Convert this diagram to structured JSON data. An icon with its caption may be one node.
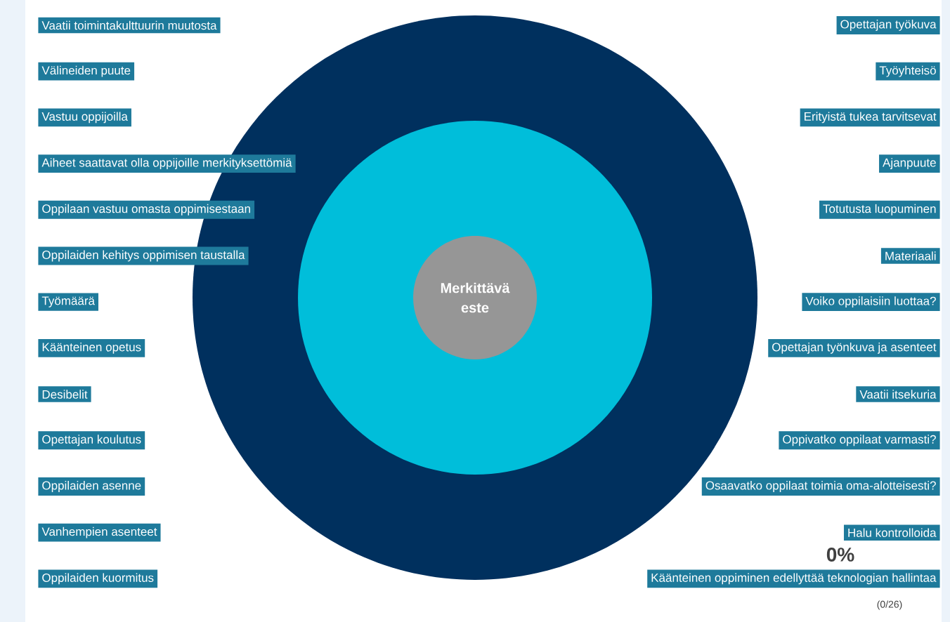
{
  "diagram": {
    "nodes": [
      {
        "text": [
          "Vaatii toimintakulttuurin muutosta"
        ]
      },
      {
        "text": [
          "Välineiden puute"
        ]
      },
      {
        "text": [
          "Vastuu oppijoilla"
        ]
      },
      {
        "text": [
          "Aiheet saattavat olla oppijoille merkityksettömiä"
        ]
      },
      {
        "text": [
          "Oppilaan vastuu omasta oppimisestaan"
        ]
      },
      {
        "text": [
          "Oppilaiden kehitys oppimisen taustalla"
        ]
      },
      {
        "text": [
          "Työmäärä"
        ]
      },
      {
        "text": [
          "Käänteinen opetus"
        ]
      },
      {
        "text": [
          "Desibelit"
        ]
      },
      {
        "text": [
          "Opettajan koulutus"
        ]
      },
      {
        "text": [
          "Oppilaiden asenne"
        ]
      },
      {
        "text": [
          "Vanhempien asenteet"
        ]
      },
      {
        "text": [
          "Oppilaiden kuormitus"
        ]
      },
      {
        "text": [
          "Opettajan työkuva"
        ]
      },
      {
        "text": [
          "Työyhteisö"
        ]
      },
      {
        "text": [
          "Erityistä tukea tarvitsevat"
        ]
      },
      {
        "text": [
          "Ajanpuute"
        ]
      },
      {
        "text": [
          "Totutusta luopuminen"
        ]
      },
      {
        "text": [
          "Materiaali"
        ]
      },
      {
        "text": [
          "Voiko oppilaisiin luottaa?"
        ]
      },
      {
        "text": [
          "Opettajan työnkuva ja asenteet"
        ]
      },
      {
        "text": [
          "Vaatii itsekuria"
        ]
      },
      {
        "text": [
          "Oppivatko oppilaat varmasti?"
        ]
      },
      {
        "text": [
          "Osaavatko oppilaat toimia oma-alotteisesti?"
        ]
      },
      {
        "text": [
          "Halu kontrolloida"
        ]
      },
      {
        "text": [
          "Käänteinen oppiminen edellyttää teknologian hallintaa"
        ]
      },
      {
        "text": [
          "Merkittävä este"
        ]
      }
    ],
    "labels": [
      "0%",
      "(0/26)"
    ]
  }
}
